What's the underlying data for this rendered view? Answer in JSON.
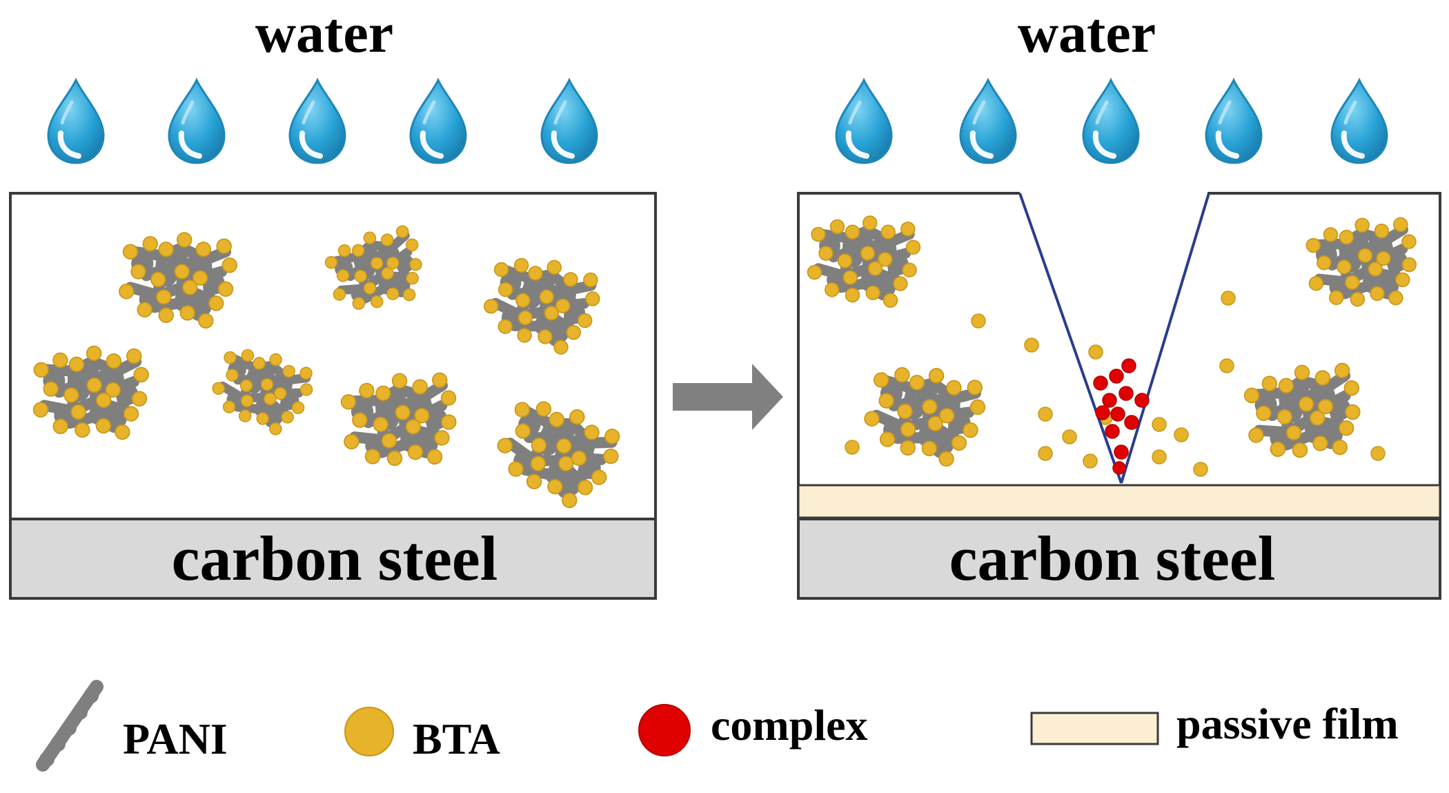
{
  "left_panel": {
    "water_label": "water",
    "substrate_label": "carbon steel"
  },
  "right_panel": {
    "water_label": "water",
    "substrate_label": "carbon steel"
  },
  "legend": {
    "pani": "PANI",
    "bta": "BTA",
    "complex": "complex",
    "passive_film": "passive film"
  },
  "colors": {
    "water_drop": "#29a3d6",
    "pani": "#7f7f7f",
    "bta": "#e6b32a",
    "complex": "#e00000",
    "passive_film": "#fbeed3",
    "carbon_steel": "#d9d9d9",
    "scratch_line": "#2a3c8c",
    "arrow": "#808080"
  },
  "icons": {
    "water": "water-drop-icon",
    "arrow": "right-arrow-icon"
  }
}
